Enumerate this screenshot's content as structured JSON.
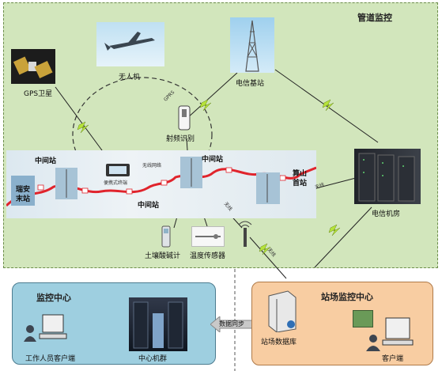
{
  "monitoring_area": {
    "title": "管道监控"
  },
  "nodes": {
    "uav": "无人机",
    "gps": "GPS卫星",
    "tower": "电信基站",
    "rfid": "射频识别",
    "telecom_room": "电信机房",
    "portable_terminal": "便携式终端",
    "wireless_net": "无线网络",
    "ph_meter": "土壤酸碱计",
    "temp_sensor": "温度传感器"
  },
  "stations": {
    "mid_left": "中间站",
    "mid_center_top": "中间站",
    "mid_center_bottom": "中间站",
    "ruian_line1": "瑞安",
    "ruian_line2": "末站",
    "suanchang_line1": "算山",
    "suanchang_line2": "首站"
  },
  "link_labels": {
    "gprs": "GPRS",
    "wireless1": "无线",
    "wireless2": "无线",
    "wireless3": "无线",
    "data_sync": "数据同步"
  },
  "monitor_center": {
    "title": "监控中心",
    "worker_client": "工作人员客户端",
    "server_cluster": "中心机群"
  },
  "station_center": {
    "title": "站场监控中心",
    "station_db": "站场数据库",
    "client": "客户端"
  },
  "colors": {
    "area_bg": "#d2e6bc",
    "area_border": "#6c8d4a",
    "pipeline": "#e0242c",
    "monitor_bg": "#9ecfe0",
    "station_bg": "#f8cda2",
    "lightning": "#b6e33a"
  }
}
